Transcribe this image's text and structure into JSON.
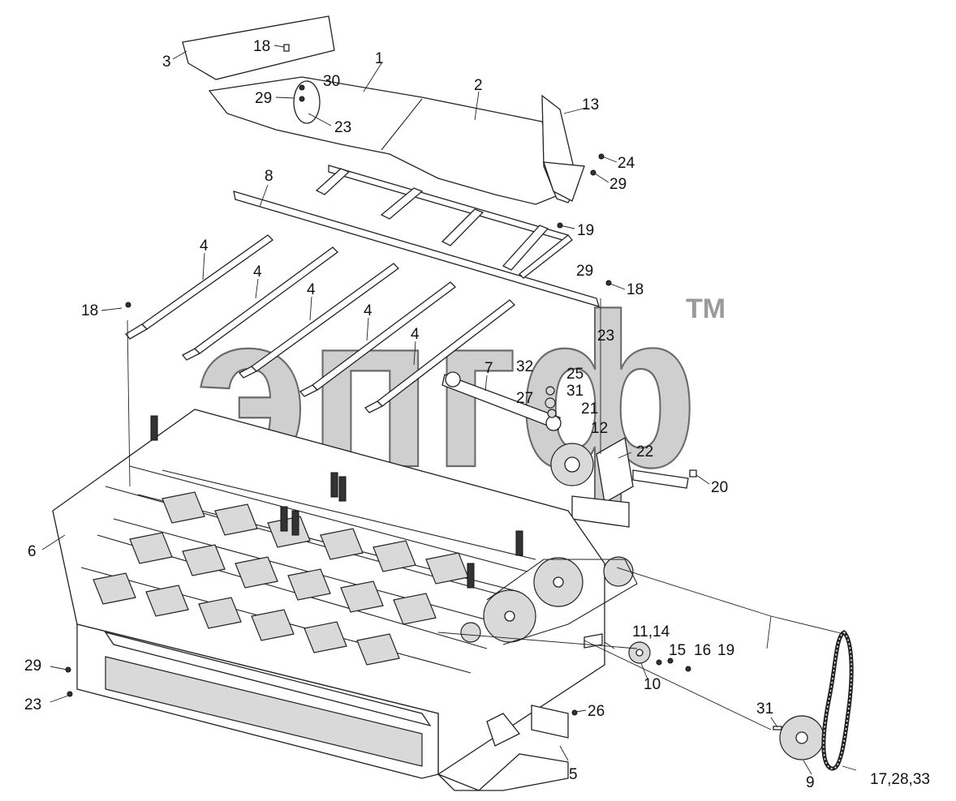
{
  "watermark": {
    "text": "эпгф",
    "tm": "TM"
  },
  "callouts": {
    "c1": "1",
    "c2": "2",
    "c3": "3",
    "c4a": "4",
    "c4b": "4",
    "c4c": "4",
    "c4d": "4",
    "c4e": "4",
    "c5": "5",
    "c6": "6",
    "c7": "7",
    "c8": "8",
    "c9": "9",
    "c10": "10",
    "c11": "11,14",
    "c12": "12",
    "c13": "13",
    "c15": "15",
    "c16": "16",
    "c17": "17,28,33",
    "c18a": "18",
    "c18b": "18",
    "c18c": "18",
    "c19a": "19",
    "c19b": "19",
    "c20": "20",
    "c21": "21",
    "c22": "22",
    "c23a": "23",
    "c23b": "23",
    "c23c": "23",
    "c24": "24",
    "c25": "25",
    "c26": "26",
    "c27": "27",
    "c29a": "29",
    "c29b": "29",
    "c29c": "29",
    "c29d": "29",
    "c30": "30",
    "c31a": "31",
    "c31b": "31",
    "c32": "32"
  }
}
